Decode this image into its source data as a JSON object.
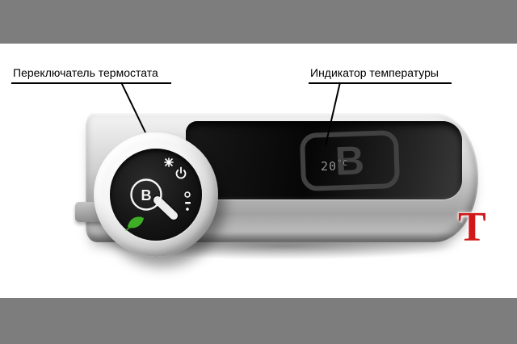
{
  "annotations": {
    "thermostat_switch": {
      "text": "Переключатель термостата"
    },
    "temperature_indicator": {
      "text": "Индикатор температуры"
    }
  },
  "device": {
    "brand_letter": "B",
    "display": {
      "temperature_value": "20",
      "temperature_unit": "°C"
    }
  },
  "watermark": {
    "letter": "T",
    "color": "#d01818"
  },
  "colors": {
    "letterbox_gray": "#7d7d7d",
    "eco_green": "#3fae27",
    "chrome_light": "#f4f4f4",
    "display_dark": "#060606"
  },
  "icons": [
    "power-icon",
    "sun-icon",
    "eco-leaf-icon",
    "dial-pointer-handle",
    "brand-logo"
  ]
}
